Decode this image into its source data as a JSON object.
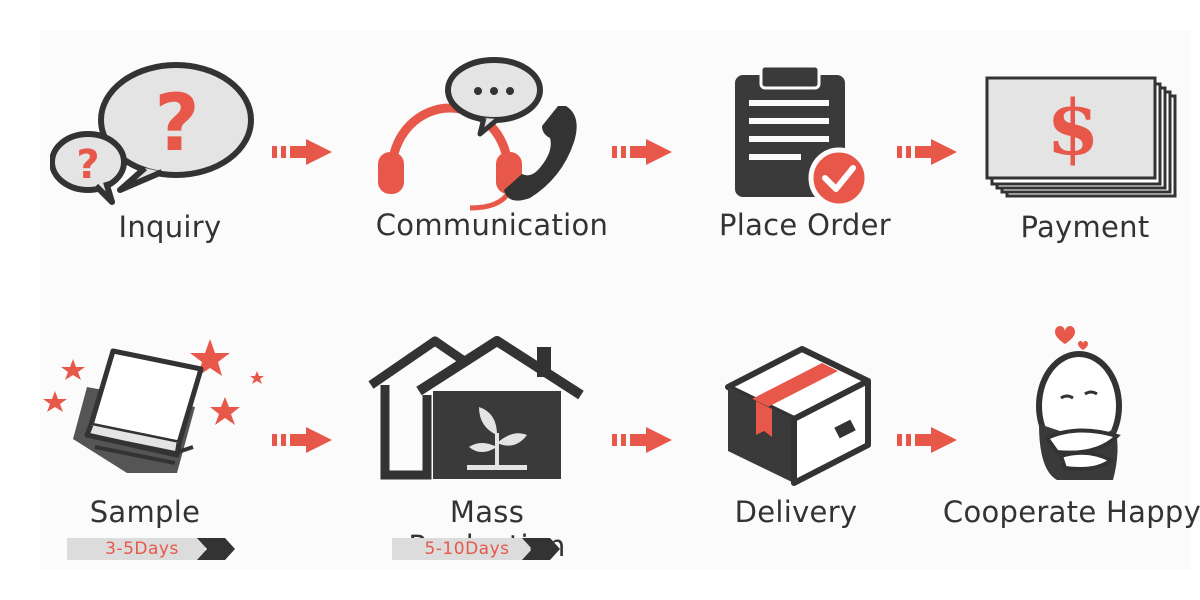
{
  "steps": [
    {
      "label": "Inquiry",
      "icon": "speech-bubbles-question-icon"
    },
    {
      "label": "Communication",
      "icon": "headset-phone-icon"
    },
    {
      "label": "Place Order",
      "icon": "clipboard-check-icon"
    },
    {
      "label": "Payment",
      "icon": "dollar-bills-icon"
    },
    {
      "label": "Sample",
      "icon": "book-stars-icon"
    },
    {
      "label": "Mass Production",
      "icon": "factory-plant-icon"
    },
    {
      "label": "Delivery",
      "icon": "package-box-icon"
    },
    {
      "label": "Cooperate Happy",
      "icon": "happy-hug-icon"
    }
  ],
  "durations": {
    "sample": "3-5Days",
    "mass_production": "5-10Days"
  },
  "colors": {
    "accent": "#e8584a",
    "dark": "#333333",
    "light_gray": "#dddddd"
  }
}
